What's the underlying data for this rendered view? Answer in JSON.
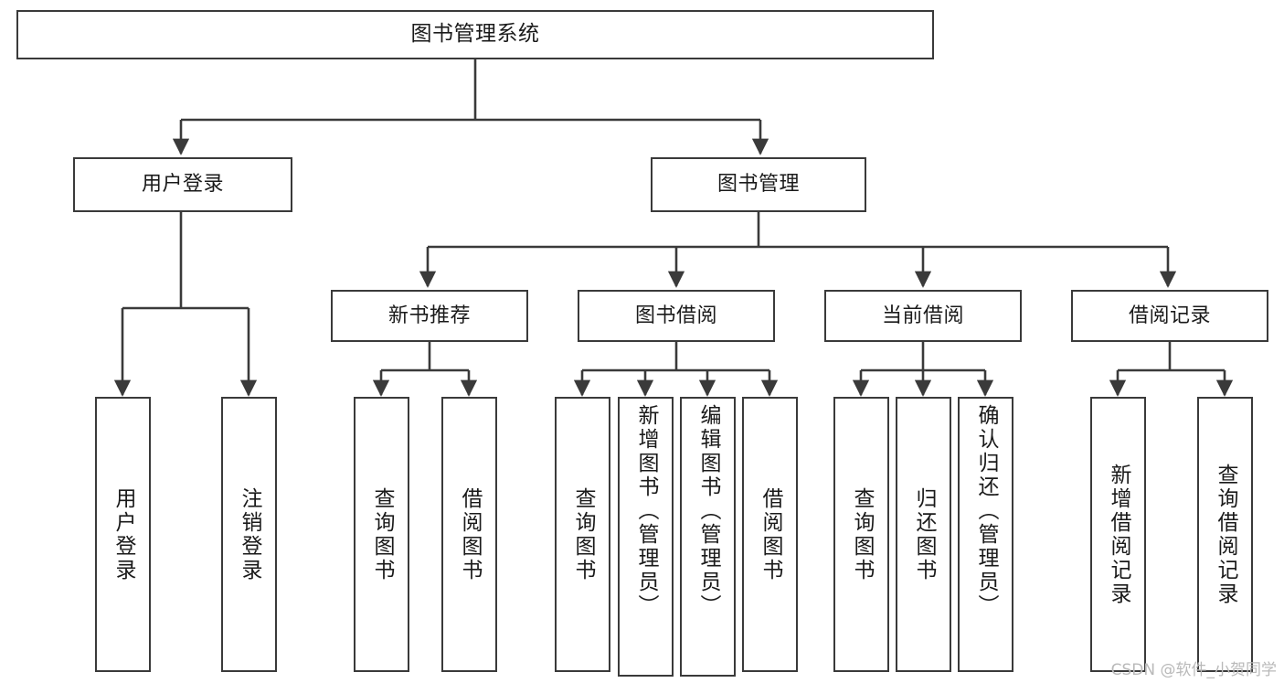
{
  "diagram": {
    "type": "tree-hierarchy",
    "title": "图书管理系统",
    "watermark": "CSDN @软件_小贺同学",
    "colors": {
      "box_border": "#3a3a3a",
      "box_fill": "#ffffff",
      "edge": "#3a3a3a",
      "text": "#1a1a1a",
      "watermark": "#b9b9b9",
      "background": "#ffffff"
    },
    "root": {
      "label": "图书管理系统"
    },
    "level2": [
      {
        "id": "user-login",
        "label": "用户登录"
      },
      {
        "id": "book-management",
        "label": "图书管理"
      }
    ],
    "level3": [
      {
        "id": "new-book-recommend",
        "label": "新书推荐"
      },
      {
        "id": "book-borrow",
        "label": "图书借阅"
      },
      {
        "id": "current-borrow",
        "label": "当前借阅"
      },
      {
        "id": "borrow-record",
        "label": "借阅记录"
      }
    ],
    "leaves": {
      "user_login": [
        {
          "id": "user-login-leaf",
          "label": "用户登录"
        },
        {
          "id": "logout-leaf",
          "label": "注销登录"
        }
      ],
      "new_book_recommend": [
        {
          "id": "query-book-1",
          "label": "查询图书"
        },
        {
          "id": "borrow-book-1",
          "label": "借阅图书"
        }
      ],
      "book_borrow": [
        {
          "id": "query-book-2",
          "label": "查询图书"
        },
        {
          "id": "add-book",
          "label": "新增图书（管理员）"
        },
        {
          "id": "edit-book",
          "label": "编辑图书（管理员）"
        },
        {
          "id": "borrow-book-2",
          "label": "借阅图书"
        }
      ],
      "current_borrow": [
        {
          "id": "query-book-3",
          "label": "查询图书"
        },
        {
          "id": "return-book",
          "label": "归还图书"
        },
        {
          "id": "confirm-return",
          "label": "确认归还（管理员）"
        }
      ],
      "borrow_record": [
        {
          "id": "add-borrow-record",
          "label": "新增借阅记录"
        },
        {
          "id": "query-borrow-record",
          "label": "查询借阅记录"
        }
      ]
    }
  }
}
